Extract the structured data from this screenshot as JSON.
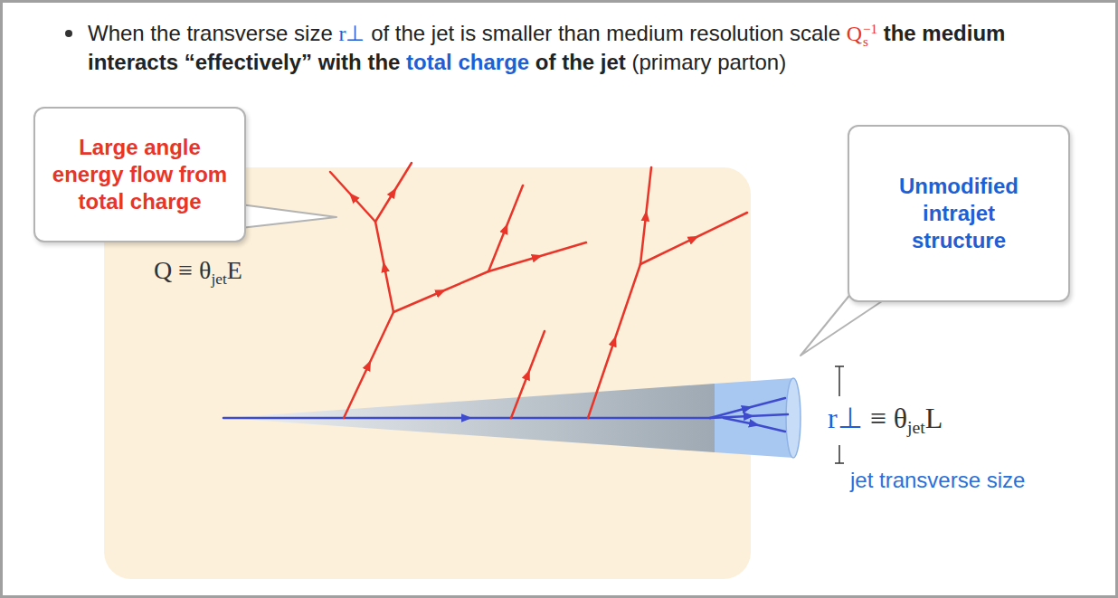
{
  "diagram": {
    "nodes": [
      {
        "text": [
          "Large angle energy flow from total charge"
        ]
      },
      {
        "text": [
          "Unmodified intrajet structure"
        ]
      }
    ],
    "labels": [
      "When the transverse size",
      "r⊥",
      "of the jet is smaller than medium resolution scale",
      "Q",
      "s",
      "−1",
      "the medium interacts “effectively” with",
      "the",
      "total charge",
      "of the jet",
      "(primary parton)",
      "Q ≡ θ",
      "jet",
      "E",
      "r⊥",
      "≡ θ",
      "jet",
      "L",
      "jet transverse size"
    ]
  }
}
